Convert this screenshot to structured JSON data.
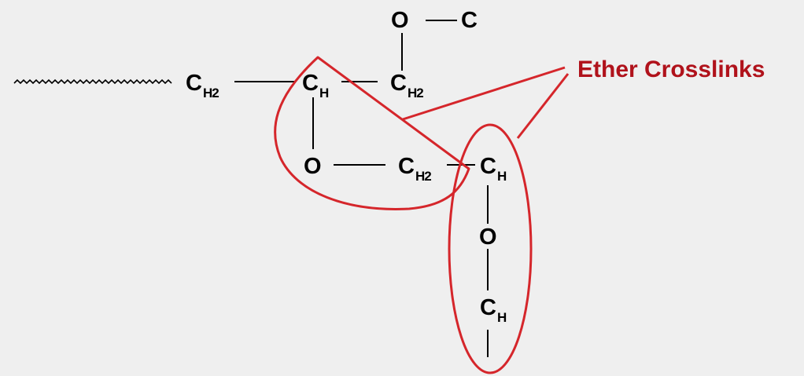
{
  "diagram": {
    "annotation_label": "Ether Crosslinks",
    "colors": {
      "background": "#efefef",
      "bond": "#000000",
      "highlight": "#d5262b",
      "label": "#b0121b"
    },
    "atoms": {
      "o_top": {
        "element": "O",
        "sub": ""
      },
      "c_top": {
        "element": "C",
        "sub": ""
      },
      "ch2_left": {
        "element": "C",
        "sub": "H2"
      },
      "ch_ring": {
        "element": "C",
        "sub": "H"
      },
      "ch2_upper": {
        "element": "C",
        "sub": "H2"
      },
      "o_ring": {
        "element": "O",
        "sub": ""
      },
      "ch2_ring": {
        "element": "C",
        "sub": "H2"
      },
      "ch_right": {
        "element": "C",
        "sub": "H"
      },
      "o_chain": {
        "element": "O",
        "sub": ""
      },
      "ch_bottom": {
        "element": "C",
        "sub": "H"
      }
    }
  }
}
